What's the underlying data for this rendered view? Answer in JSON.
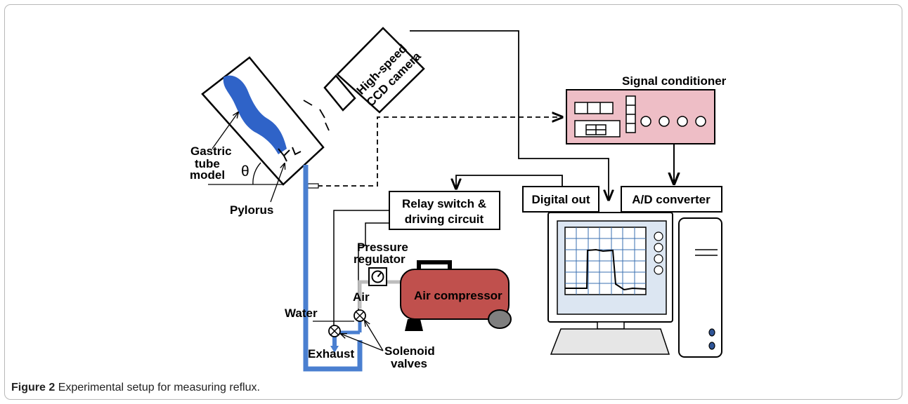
{
  "figure": {
    "caption_label": "Figure 2",
    "caption_text": "Experimental setup for measuring reflux."
  },
  "labels": {
    "camera_line1": "High-speed",
    "camera_line2": "CCD camera",
    "signal_conditioner": "Signal conditioner",
    "gastric_line1": "Gastric",
    "gastric_line2": "tube",
    "gastric_line3": "model",
    "theta": "θ",
    "pylorus": "Pylorus",
    "relay_line1": "Relay switch &",
    "relay_line2": "driving circuit",
    "digital_out": "Digital out",
    "ad_converter": "A/D converter",
    "pressure_line1": "Pressure",
    "pressure_line2": "regulator",
    "air": "Air",
    "air_compressor": "Air compressor",
    "water": "Water",
    "exhaust": "Exhaust",
    "solenoid_line1": "Solenoid",
    "solenoid_line2": "valves"
  },
  "colors": {
    "tube_blue": "#4a7fd0",
    "gastric_blue": "#2f63c8",
    "signal_box": "#eebec6",
    "compressor": "#c0504d",
    "monitor_screen": "#dce6f2"
  }
}
